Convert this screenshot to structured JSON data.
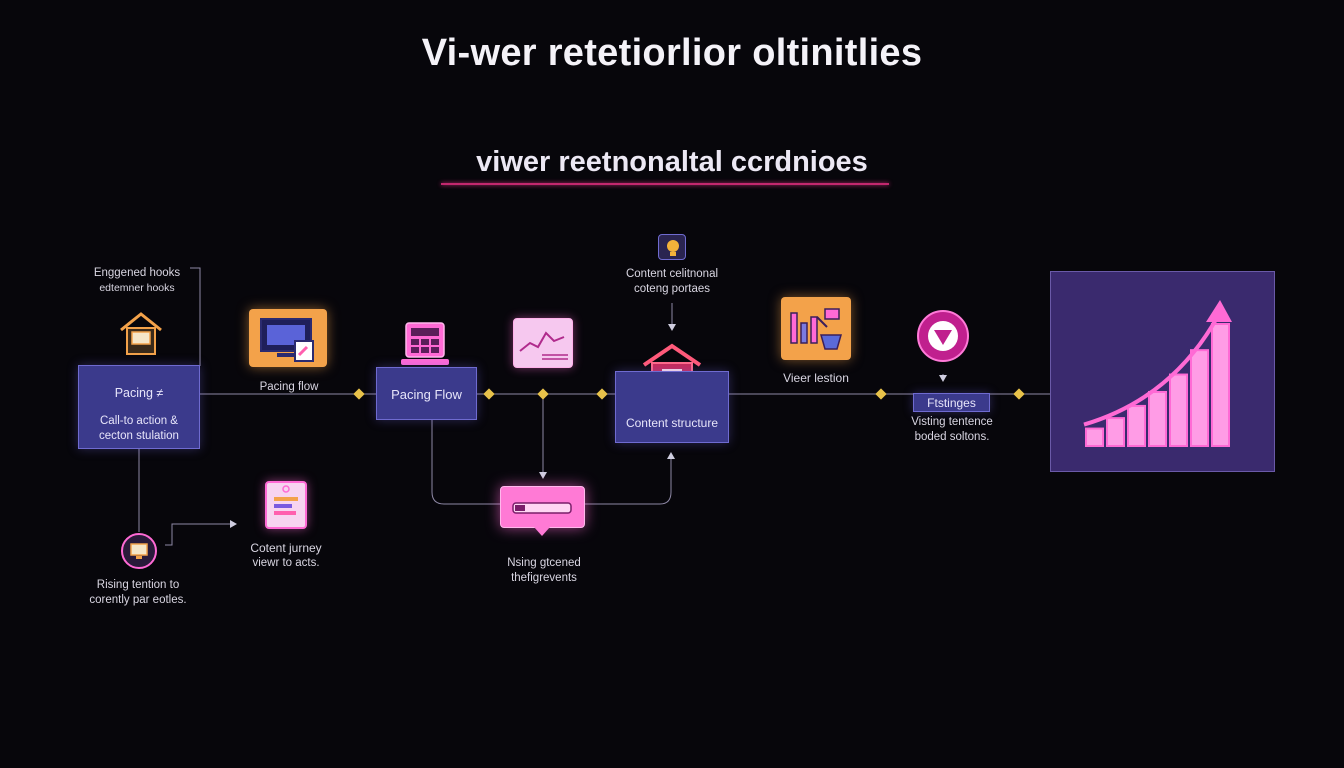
{
  "title": "Vi-wer retetiorlior oltinitlies",
  "subtitle": "viwer reetnonaltal ccrdnioes",
  "nodes": {
    "engaged_hooks": {
      "line1": "Enggened hooks",
      "line2": "edtemner hooks"
    },
    "pacing_left": {
      "line1": "Pacing ≠",
      "line2": "Call-to action &",
      "line3": "cecton stulation"
    },
    "pacing_flow_caption": "Pacing flow",
    "pacing_flow_box": "Pacing Flow",
    "content_calc": {
      "line1": "Content celitnonal",
      "line2": "coteng portaes"
    },
    "content_structure": "Content structure",
    "viewer_lesson": "Vieer lestion",
    "firstinges": {
      "badge": "Ftstinges",
      "line1": "Visting tentence",
      "line2": "boded soltons."
    },
    "content_journey": {
      "line1": "Cotent jurney",
      "line2": "viewr to acts."
    },
    "rising_left": {
      "line1": "Rising tention to",
      "line2": "corently par eotles."
    },
    "rising_center": {
      "line1": "Nsing gtcened",
      "line2": "thefigrevents"
    }
  },
  "colors": {
    "background": "#07060b",
    "box_fill": "#3b3a8c",
    "accent_pink": "#ff6ad5",
    "accent_orange": "#f3a24a",
    "connector_yellow": "#e8c24a",
    "line_pink": "#c2286e",
    "chart_panel": "#3a2a6e"
  },
  "chart_data": {
    "type": "bar",
    "title": "",
    "categories": [
      "",
      "",
      "",
      "",
      "",
      "",
      ""
    ],
    "values": [
      1,
      1.6,
      2.3,
      3.1,
      4.1,
      5.5,
      7
    ],
    "trend_arrow": true,
    "color": "#ff6ad5"
  }
}
